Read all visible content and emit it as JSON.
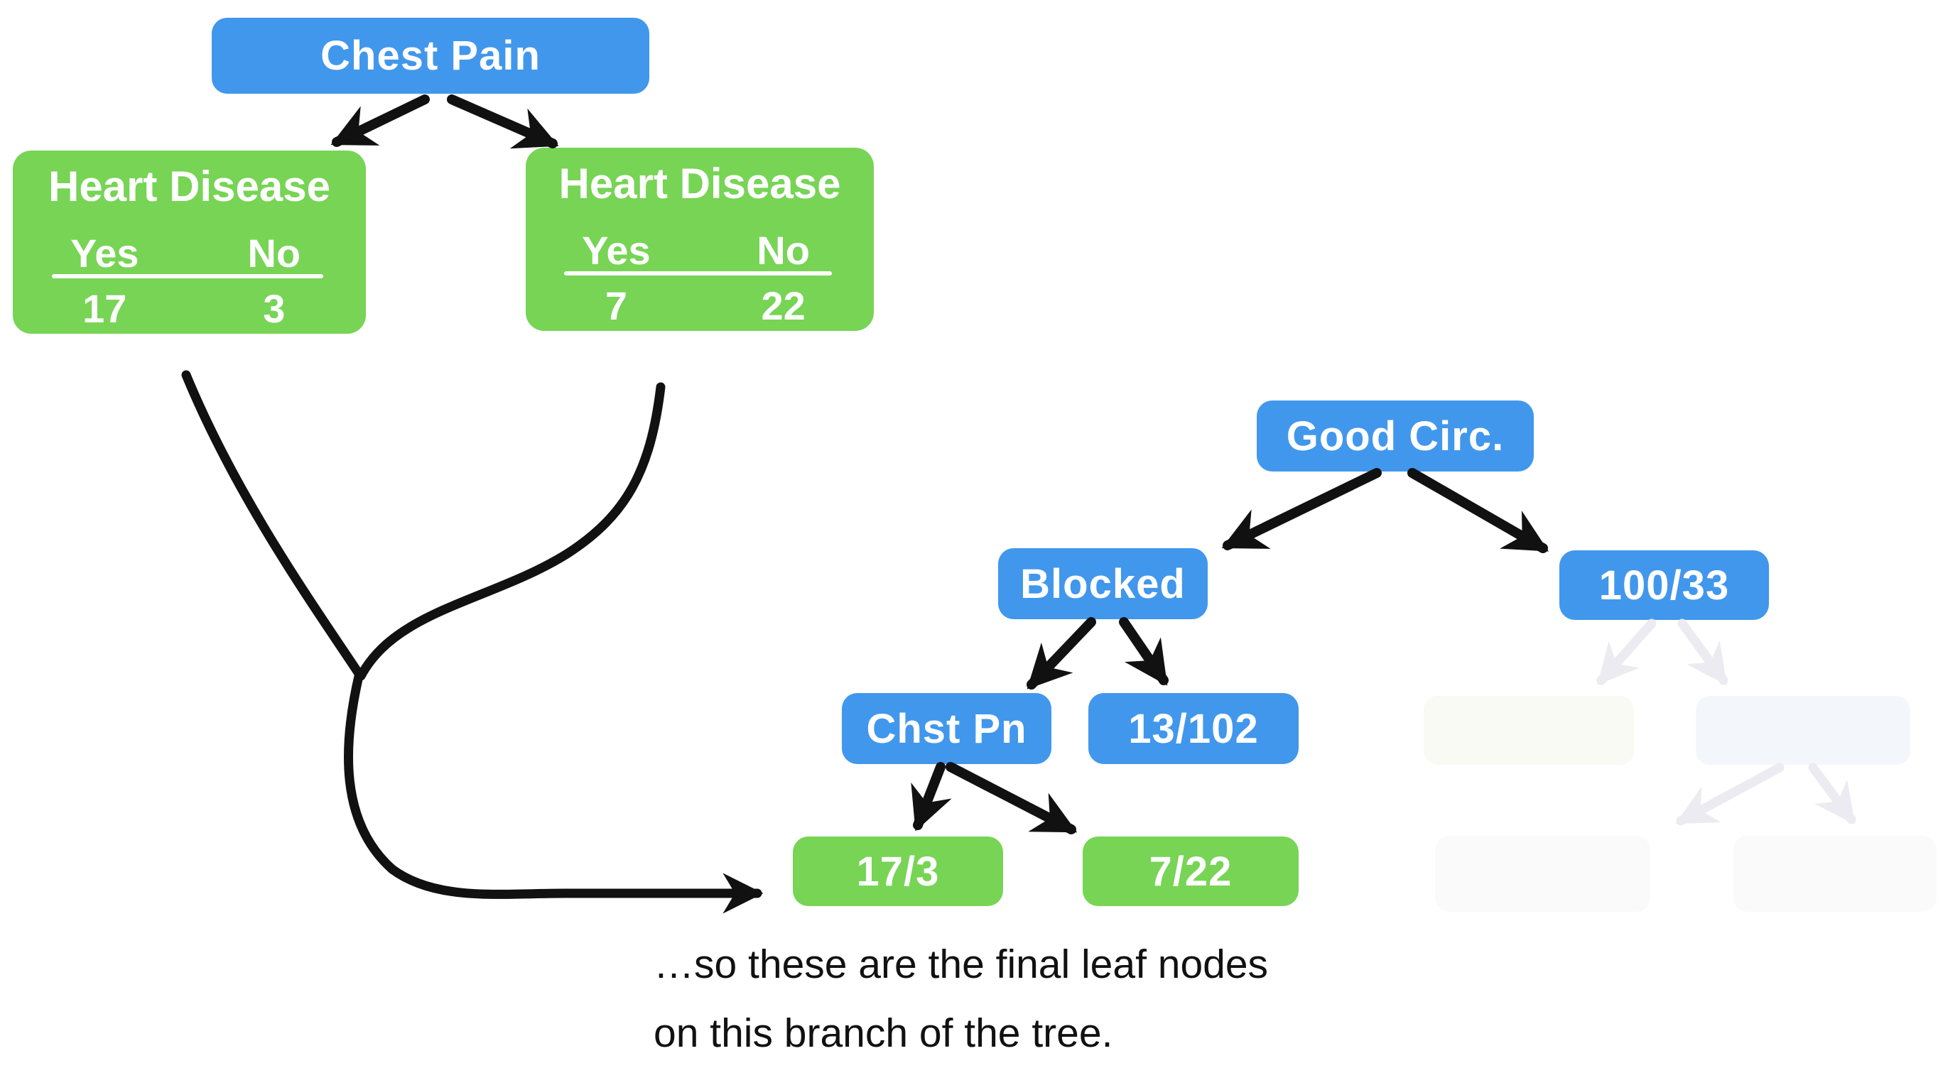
{
  "diagram": {
    "nodes": {
      "chest_pain": {
        "label": "Chest Pain"
      },
      "heart_disease_left": {
        "title": "Heart Disease",
        "col_yes": "Yes",
        "col_no": "No",
        "yes_count": "17",
        "no_count": "3"
      },
      "heart_disease_right": {
        "title": "Heart Disease",
        "col_yes": "Yes",
        "col_no": "No",
        "yes_count": "7",
        "no_count": "22"
      },
      "good_circ": {
        "label": "Good Circ."
      },
      "blocked": {
        "label": "Blocked"
      },
      "chst_pn": {
        "label": "Chst Pn"
      },
      "ratio_13_102": {
        "label": "13/102"
      },
      "ratio_100_33": {
        "label": "100/33"
      },
      "leaf_17_3": {
        "label": "17/3"
      },
      "leaf_7_22": {
        "label": "7/22"
      }
    },
    "caption": {
      "line1": "…so these are the final leaf nodes",
      "line2": "on this branch of the tree."
    },
    "colors": {
      "node_blue": "#4197ec",
      "node_green": "#77d455",
      "arrow_black": "#111111",
      "faint_arrow": "#ebebf1",
      "faint_green_node": "#f8faf3",
      "faint_blue_node": "#f3f7fc",
      "faint_white_node": "#fafafa",
      "text_white": "#ffffff",
      "caption_black": "#111111",
      "background": "#ffffff"
    }
  }
}
